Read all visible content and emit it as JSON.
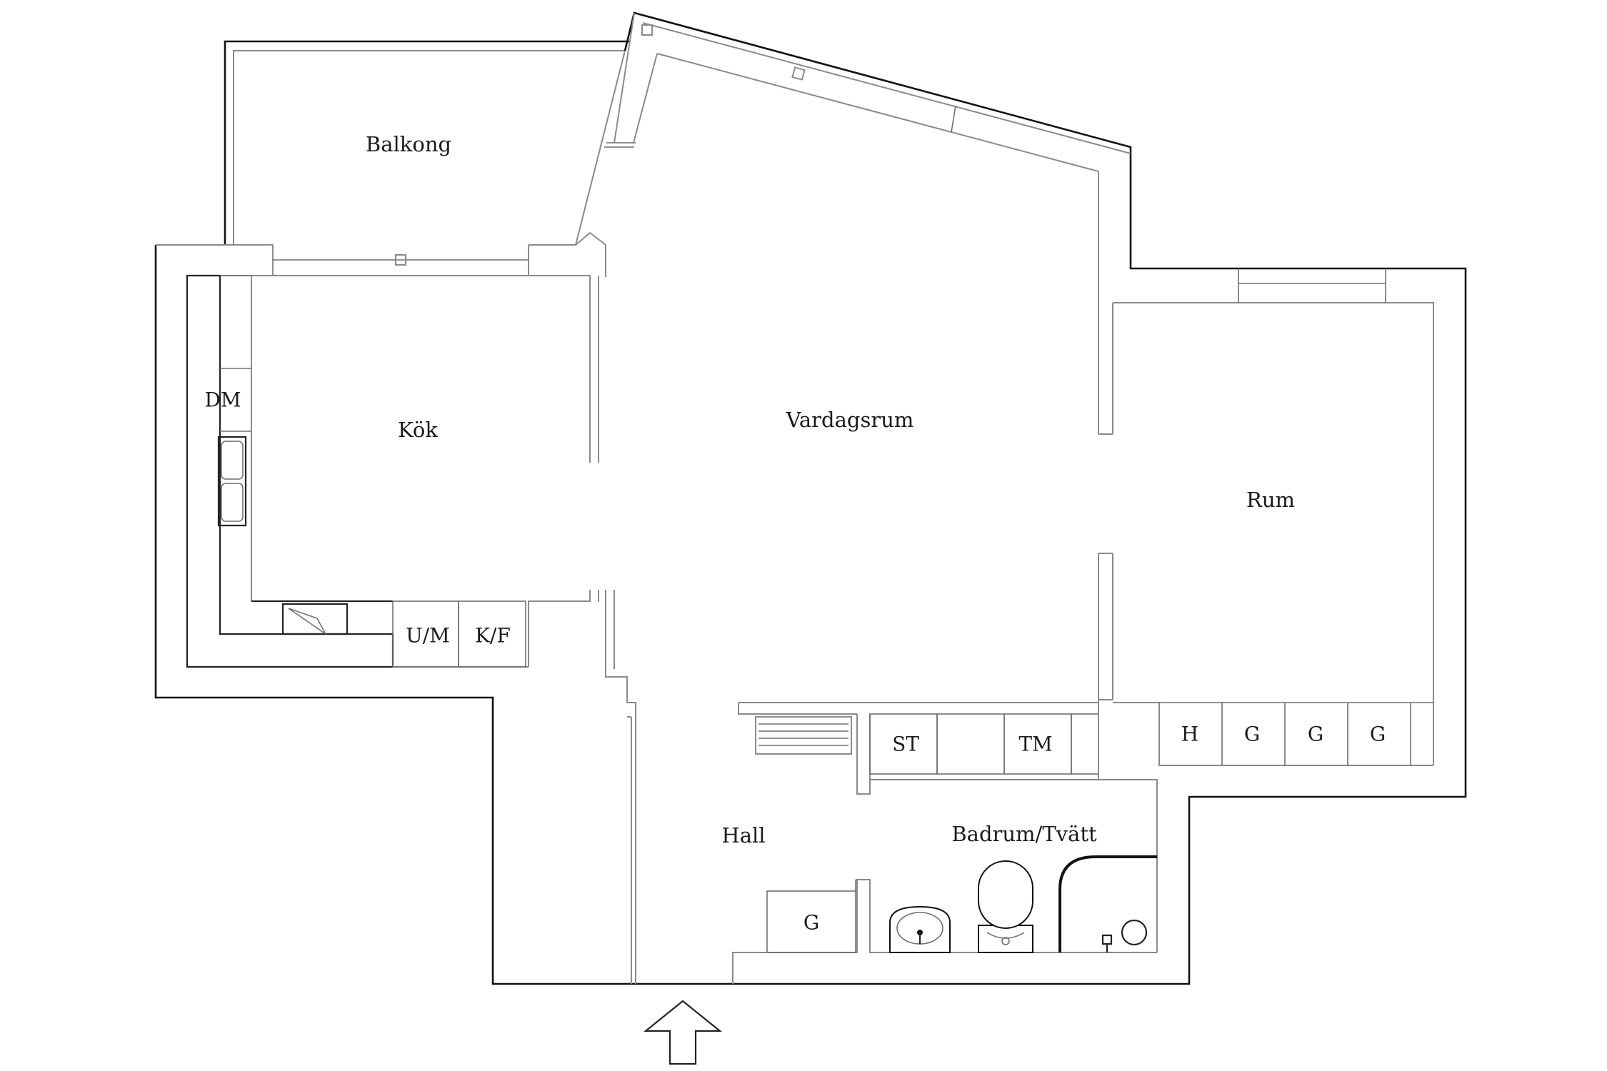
{
  "rooms": {
    "balkong": "Balkong",
    "kok": "Kök",
    "vardagsrum": "Vardagsrum",
    "rum": "Rum",
    "hall": "Hall",
    "badrum": "Badrum/Tvätt"
  },
  "fixtures": {
    "dm": "DM",
    "um": "U/M",
    "kf": "K/F",
    "st": "ST",
    "tm": "TM",
    "h": "H",
    "g1": "G",
    "g2": "G",
    "g3": "G",
    "g_hall": "G"
  },
  "icons": {
    "entrance": "entrance-arrow-icon",
    "sink": "sink-icon",
    "toilet": "toilet-icon",
    "shower": "shower-icon",
    "kitchen_sink": "kitchen-sink-icon",
    "radiator": "radiator-icon"
  }
}
